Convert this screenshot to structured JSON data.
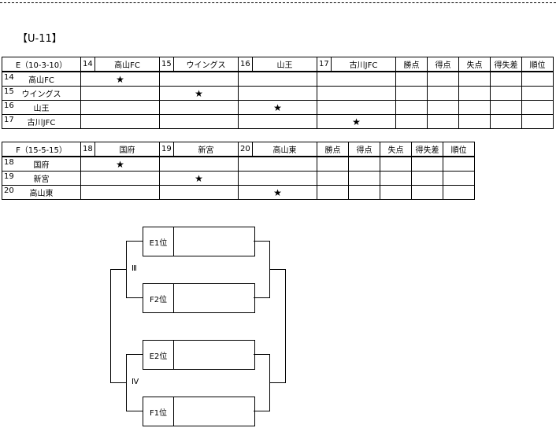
{
  "title": "【U-11】",
  "groupE": {
    "label": "E（10-3-10）",
    "teams": [
      {
        "num": "14",
        "name": "高山FC"
      },
      {
        "num": "15",
        "name": "ウイングス"
      },
      {
        "num": "16",
        "name": "山王"
      },
      {
        "num": "17",
        "name": "古川JFC"
      }
    ],
    "stats": [
      "勝点",
      "得点",
      "失点",
      "得失差",
      "順位"
    ],
    "star": "★"
  },
  "groupF": {
    "label": "F（15-5-15）",
    "teams": [
      {
        "num": "18",
        "name": "国府"
      },
      {
        "num": "19",
        "name": "新宮"
      },
      {
        "num": "20",
        "name": "高山東"
      }
    ],
    "stats": [
      "勝点",
      "得点",
      "失点",
      "得失差",
      "順位"
    ],
    "star": "★"
  },
  "bracket": {
    "slots": [
      "E1位",
      "F2位",
      "E2位",
      "F1位"
    ],
    "rounds": [
      "Ⅲ",
      "Ⅳ"
    ]
  }
}
